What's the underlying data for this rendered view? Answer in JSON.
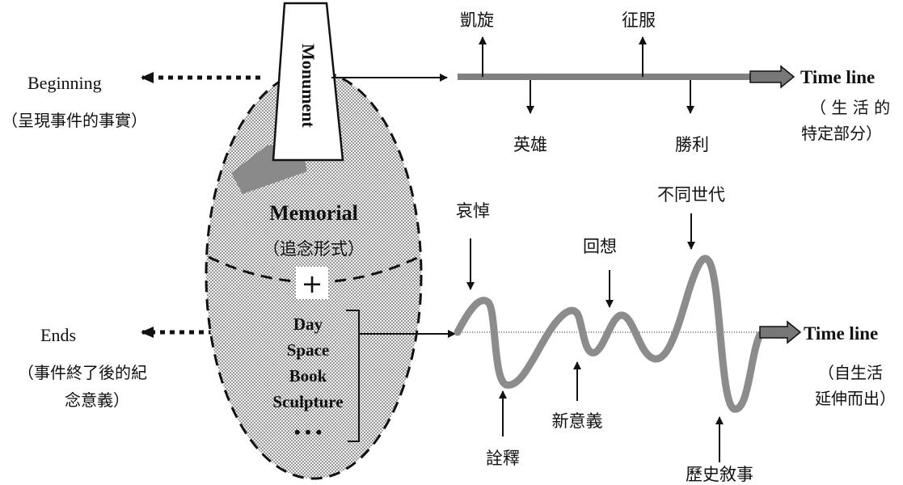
{
  "left": {
    "beginning_label": "Beginning",
    "beginning_note": "（呈現事件的事實）",
    "ends_label": "Ends",
    "ends_note_line1": "（事件終了後的紀",
    "ends_note_line2": "念意義）"
  },
  "center": {
    "monument_label": "Monument",
    "memorial_label": "Memorial",
    "memorial_note": "（追念形式）",
    "plus_sign": "+",
    "forms": [
      "Day",
      "Space",
      "Book",
      "Sculpture",
      "• • •"
    ]
  },
  "upper_timeline": {
    "label": "Time line",
    "note_line1": "（ 生 活 的",
    "note_line2": "特定部分）",
    "up_events": [
      "凱旋",
      "征服"
    ],
    "down_events": [
      "英雄",
      "勝利"
    ]
  },
  "lower_timeline": {
    "label": "Time line",
    "note_line1": "（自生活",
    "note_line2": "延伸而出）",
    "events": {
      "mourning": "哀悼",
      "interpretation": "詮釋",
      "new_meaning": "新意義",
      "recollection": "回想",
      "generations": "不同世代",
      "historical_narrative": "歷史敘事"
    }
  },
  "colors": {
    "ink": "#111111",
    "gray_line": "#808080",
    "wave": "#8c8c8c",
    "stipple": "#b8b8b8"
  }
}
